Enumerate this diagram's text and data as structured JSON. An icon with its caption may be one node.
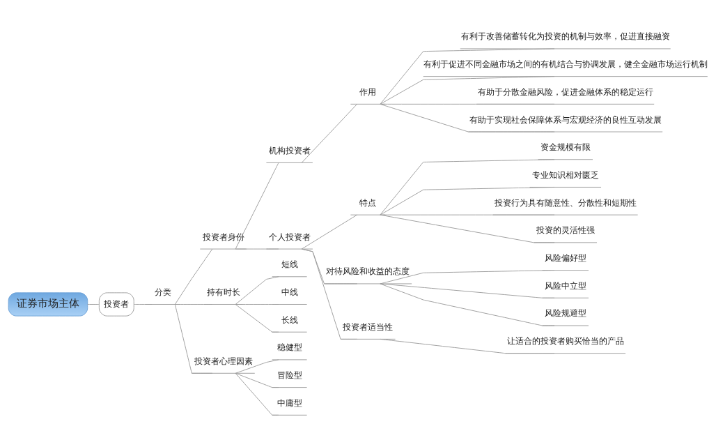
{
  "diagram": {
    "nodes": [
      {
        "text": [
          "证券市场主体"
        ]
      },
      {
        "text": [
          "投资者"
        ]
      },
      {
        "text": [
          "分类"
        ]
      },
      {
        "text": [
          "投资者身份"
        ]
      },
      {
        "text": [
          "机构投资者"
        ]
      },
      {
        "text": [
          "作用"
        ]
      },
      {
        "text": [
          "有利于改善储蓄转化为投资的机制与效率，促进直接融资"
        ]
      },
      {
        "text": [
          "有利于促进不同金融市场之间的有机结合与协调发展，健全金融市场运行机制"
        ]
      },
      {
        "text": [
          "有助于分散金融风险，促进金融体系的稳定运行"
        ]
      },
      {
        "text": [
          "有助于实现社会保障体系与宏观经济的良性互动发展"
        ]
      },
      {
        "text": [
          "个人投资者"
        ]
      },
      {
        "text": [
          "特点"
        ]
      },
      {
        "text": [
          "资金规模有限"
        ]
      },
      {
        "text": [
          "专业知识相对匮乏"
        ]
      },
      {
        "text": [
          "投资行为具有随意性、分散性和短期性"
        ]
      },
      {
        "text": [
          "投资的灵活性强"
        ]
      },
      {
        "text": [
          "对待风险和收益的态度"
        ]
      },
      {
        "text": [
          "风险偏好型"
        ]
      },
      {
        "text": [
          "风险中立型"
        ]
      },
      {
        "text": [
          "风险规避型"
        ]
      },
      {
        "text": [
          "投资者适当性"
        ]
      },
      {
        "text": [
          "让适合的投资者购买恰当的产品"
        ]
      },
      {
        "text": [
          "持有时长"
        ]
      },
      {
        "text": [
          "短线"
        ]
      },
      {
        "text": [
          "中线"
        ]
      },
      {
        "text": [
          "长线"
        ]
      },
      {
        "text": [
          "投资者心理因素"
        ]
      },
      {
        "text": [
          "稳健型"
        ]
      },
      {
        "text": [
          "冒险型"
        ]
      },
      {
        "text": [
          "中庸型"
        ]
      }
    ],
    "edges": [
      {
        "from": 0,
        "to": 1,
        "arrow": "none"
      },
      {
        "from": 1,
        "to": 2,
        "arrow": "none"
      },
      {
        "from": 2,
        "to": 3,
        "arrow": "none"
      },
      {
        "from": 3,
        "to": 4,
        "arrow": "none"
      },
      {
        "from": 4,
        "to": 5,
        "arrow": "none"
      },
      {
        "from": 5,
        "to": 6,
        "arrow": "none"
      },
      {
        "from": 5,
        "to": 7,
        "arrow": "none"
      },
      {
        "from": 5,
        "to": 8,
        "arrow": "none"
      },
      {
        "from": 5,
        "to": 9,
        "arrow": "none"
      },
      {
        "from": 3,
        "to": 10,
        "arrow": "none"
      },
      {
        "from": 10,
        "to": 11,
        "arrow": "none"
      },
      {
        "from": 11,
        "to": 12,
        "arrow": "none"
      },
      {
        "from": 11,
        "to": 13,
        "arrow": "none"
      },
      {
        "from": 11,
        "to": 14,
        "arrow": "none"
      },
      {
        "from": 11,
        "to": 15,
        "arrow": "none"
      },
      {
        "from": 10,
        "to": 16,
        "arrow": "none"
      },
      {
        "from": 16,
        "to": 17,
        "arrow": "none"
      },
      {
        "from": 16,
        "to": 18,
        "arrow": "none"
      },
      {
        "from": 16,
        "to": 19,
        "arrow": "none"
      },
      {
        "from": 10,
        "to": 20,
        "arrow": "none"
      },
      {
        "from": 20,
        "to": 21,
        "arrow": "none"
      },
      {
        "from": 2,
        "to": 22,
        "arrow": "none"
      },
      {
        "from": 22,
        "to": 23,
        "arrow": "none"
      },
      {
        "from": 22,
        "to": 24,
        "arrow": "none"
      },
      {
        "from": 22,
        "to": 25,
        "arrow": "none"
      },
      {
        "from": 2,
        "to": 26,
        "arrow": "none"
      },
      {
        "from": 26,
        "to": 27,
        "arrow": "none"
      },
      {
        "from": 26,
        "to": 28,
        "arrow": "none"
      },
      {
        "from": 26,
        "to": 29,
        "arrow": "none"
      }
    ]
  }
}
